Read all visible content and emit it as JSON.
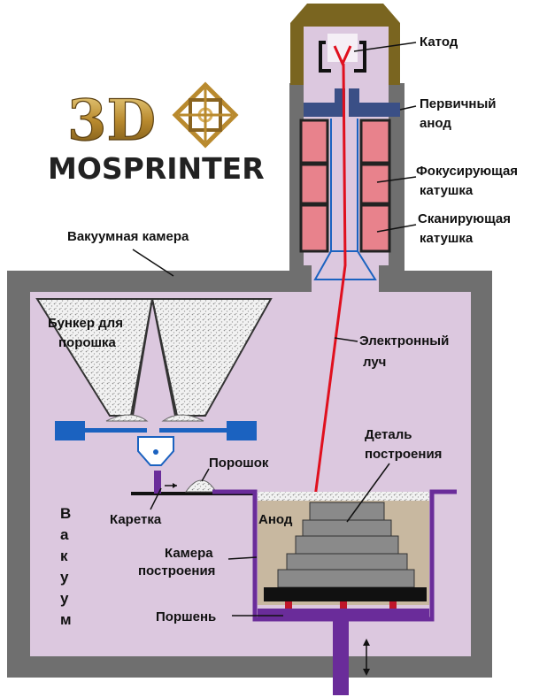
{
  "logo": {
    "mark": "3D",
    "name": "MOSPRINTER"
  },
  "labels": {
    "cathode": "Катод",
    "primary_anode_1": "Первичный",
    "primary_anode_2": "анод",
    "focus_coil_1": "Фокусирующая",
    "focus_coil_2": "катушка",
    "scan_coil_1": "Сканирующая",
    "scan_coil_2": "катушка",
    "vacuum_chamber": "Вакуумная камера",
    "hopper_1": "Бункер для",
    "hopper_2": "порошка",
    "electron_beam_1": "Электронный",
    "electron_beam_2": "луч",
    "part_1": "Деталь",
    "part_2": "построения",
    "powder": "Порошок",
    "carriage": "Каретка",
    "anode": "Анод",
    "build_chamber_1": "Камера",
    "build_chamber_2": "построения",
    "piston": "Поршень",
    "vacuum_letters": [
      "В",
      "а",
      "к",
      "у",
      "у",
      "м"
    ]
  },
  "colors": {
    "chamber_wall": "#6f6f6f",
    "vacuum_fill": "#dcc8df",
    "gun_top": "#7a6520",
    "anode_blue": "#3a4f86",
    "coil": "#e8828c",
    "beam": "#e0101e",
    "platform_purple": "#6a2c9a",
    "powder_bed": "#c8b8a0",
    "part_gray": "#8a8a8a",
    "blue_mech": "#1b62c0"
  }
}
